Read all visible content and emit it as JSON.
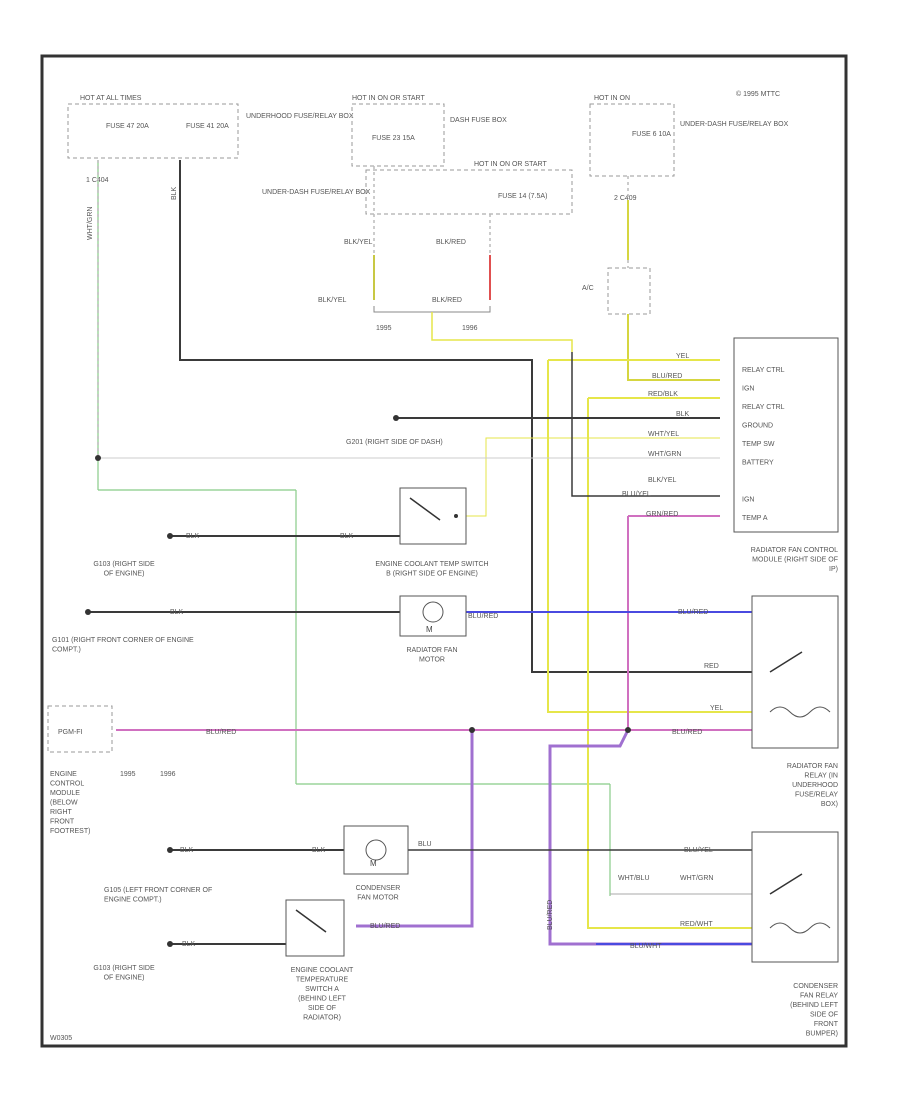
{
  "copyright": "© 1995 MTTC",
  "code": "W0305",
  "fuses": {
    "left_hot": "HOT AT ALL TIMES",
    "fuse_47": "FUSE 47 20A",
    "fuse_41": "FUSE 41 20A",
    "underhood_box": "UNDERHOOD FUSE/RELAY BOX",
    "c404": "1 C404",
    "hot_run_start": "HOT IN ON OR START",
    "fuse_23": "FUSE 23 15A",
    "dash_box": "DASH FUSE BOX",
    "hot_run_start2": "HOT IN ON OR START",
    "fuse_14": "FUSE 14 (7.5A)",
    "underdash_box": "UNDER-DASH FUSE/RELAY BOX",
    "hot_run_right": "HOT IN ON",
    "fuse_6": "FUSE 6 10A",
    "underdash_box_right": "UNDER-DASH FUSE/RELAY BOX",
    "c409": "2 C409",
    "ac": "A/C"
  },
  "wire_labels": {
    "wht_grn": "WHT/GRN",
    "blk": "BLK",
    "blk_yel": "BLK/YEL",
    "blk_red": "BLK/RED",
    "blu_red": "BLU/RED",
    "yel": "YEL",
    "blu_red2": "BLU/RED",
    "red_blk": "RED/BLK",
    "wht_yel": "WHT/YEL",
    "wht_grn2": "WHT/GRN",
    "blu_yel": "BLU/YEL",
    "grn_red": "GRN/RED",
    "blu_red3": "BLU/RED",
    "red": "RED",
    "yel2": "YEL",
    "blu_red4": "BLU/RED",
    "blu_yel2": "BLU/YEL",
    "wht_blu": "WHT/BLU",
    "red_wht": "RED/WHT",
    "blu_red5": "BLU/RED",
    "blu_wht": "BLU/WHT",
    "wht_grn3": "WHT/GRN",
    "blu": "BLU",
    "blk2": "BLK",
    "blu_red6": "BLU/RED",
    "year1": "1995",
    "year2": "1996"
  },
  "module_pins": [
    "RELAY CTRL",
    "IGN",
    "RELAY CTRL",
    "GROUND",
    "TEMP SW",
    "BATTERY",
    "",
    "IGN",
    "TEMP A"
  ],
  "components": {
    "g201": "G201 (RIGHT SIDE OF DASH)",
    "ect_switch_b": "ENGINE COOLANT TEMP SWITCH B (RIGHT SIDE OF ENGINE)",
    "g103": "G103 (RIGHT SIDE OF ENGINE)",
    "g101": "G101 (RIGHT FRONT CORNER OF ENGINE COMPT.)",
    "rad_fan_motor": "RADIATOR FAN MOTOR",
    "rad_fan_module": "RADIATOR FAN CONTROL MODULE (RIGHT SIDE OF IP)",
    "ecm": "ENGINE CONTROL MODULE (BELOW RIGHT FRONT FOOTREST)",
    "ecm_text": "PGM-FI",
    "rad_fan_relay": "RADIATOR FAN RELAY (IN UNDERHOOD FUSE/RELAY BOX)",
    "g105": "G105 (LEFT FRONT CORNER OF ENGINE COMPT.)",
    "cond_fan_motor": "CONDENSER FAN MOTOR",
    "g103b": "G103 (RIGHT SIDE OF ENGINE)",
    "ect_switch_a": "ENGINE COOLANT TEMPERATURE SWITCH A (BEHIND LEFT SIDE OF RADIATOR)",
    "cond_fan_relay": "CONDENSER FAN RELAY (BEHIND LEFT SIDE OF FRONT BUMPER)",
    "motor_m": "M"
  },
  "colors": {
    "black": "#3a3a3a",
    "yellow": "#e6e64a",
    "purple": "#a070d0",
    "blue": "#4a4ae0",
    "green": "#88cc88",
    "pink": "#d070c0",
    "red": "#e05050",
    "gray": "#aaaaaa"
  }
}
